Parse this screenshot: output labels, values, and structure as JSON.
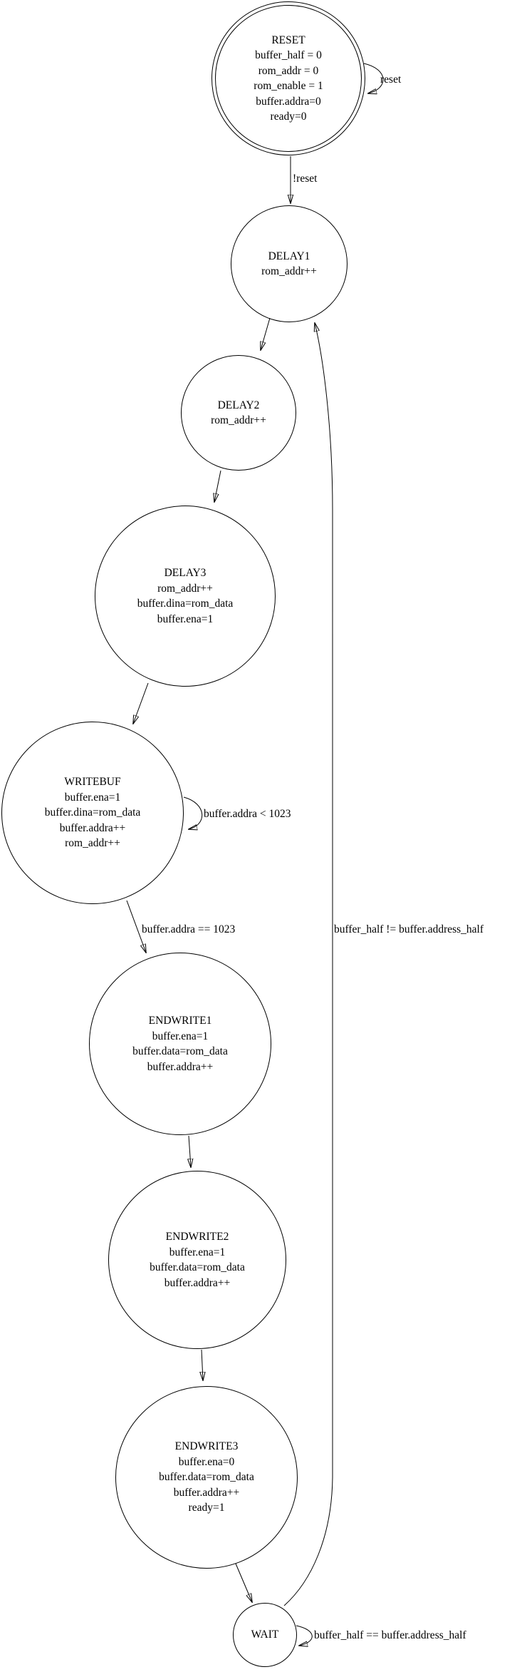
{
  "diagram": {
    "kind": "finite-state-machine",
    "background_color": "#ffffff",
    "stroke_color": "#000000",
    "text_color": "#000000"
  },
  "states": [
    {
      "name": "RESET",
      "shape": "double-circle",
      "actions": [
        "buffer_half = 0",
        "rom_addr = 0",
        "rom_enable = 1",
        "buffer.addra=0",
        "ready=0"
      ]
    },
    {
      "name": "DELAY1",
      "shape": "circle",
      "actions": [
        "rom_addr++"
      ]
    },
    {
      "name": "DELAY2",
      "shape": "circle",
      "actions": [
        "rom_addr++"
      ]
    },
    {
      "name": "DELAY3",
      "shape": "circle",
      "actions": [
        "rom_addr++",
        "buffer.dina=rom_data",
        "buffer.ena=1"
      ]
    },
    {
      "name": "WRITEBUF",
      "shape": "circle",
      "actions": [
        "buffer.ena=1",
        "buffer.dina=rom_data",
        "buffer.addra++",
        "rom_addr++"
      ]
    },
    {
      "name": "ENDWRITE1",
      "shape": "circle",
      "actions": [
        "buffer.ena=1",
        "buffer.data=rom_data",
        "buffer.addra++"
      ]
    },
    {
      "name": "ENDWRITE2",
      "shape": "circle",
      "actions": [
        "buffer.ena=1",
        "buffer.data=rom_data",
        "buffer.addra++"
      ]
    },
    {
      "name": "ENDWRITE3",
      "shape": "circle",
      "actions": [
        "buffer.ena=0",
        "buffer.data=rom_data",
        "buffer.addra++",
        "ready=1"
      ]
    },
    {
      "name": "WAIT",
      "shape": "circle",
      "actions": []
    }
  ],
  "edges": [
    {
      "from": "RESET",
      "to": "RESET",
      "label": "reset"
    },
    {
      "from": "RESET",
      "to": "DELAY1",
      "label": "!reset"
    },
    {
      "from": "DELAY1",
      "to": "DELAY2",
      "label": ""
    },
    {
      "from": "DELAY2",
      "to": "DELAY3",
      "label": ""
    },
    {
      "from": "DELAY3",
      "to": "WRITEBUF",
      "label": ""
    },
    {
      "from": "WRITEBUF",
      "to": "WRITEBUF",
      "label": "buffer.addra < 1023"
    },
    {
      "from": "WRITEBUF",
      "to": "ENDWRITE1",
      "label": "buffer.addra == 1023"
    },
    {
      "from": "ENDWRITE1",
      "to": "ENDWRITE2",
      "label": ""
    },
    {
      "from": "ENDWRITE2",
      "to": "ENDWRITE3",
      "label": ""
    },
    {
      "from": "ENDWRITE3",
      "to": "WAIT",
      "label": ""
    },
    {
      "from": "WAIT",
      "to": "WAIT",
      "label": "buffer_half == buffer.address_half"
    },
    {
      "from": "WAIT",
      "to": "DELAY1",
      "label": "buffer_half != buffer.address_half"
    }
  ]
}
